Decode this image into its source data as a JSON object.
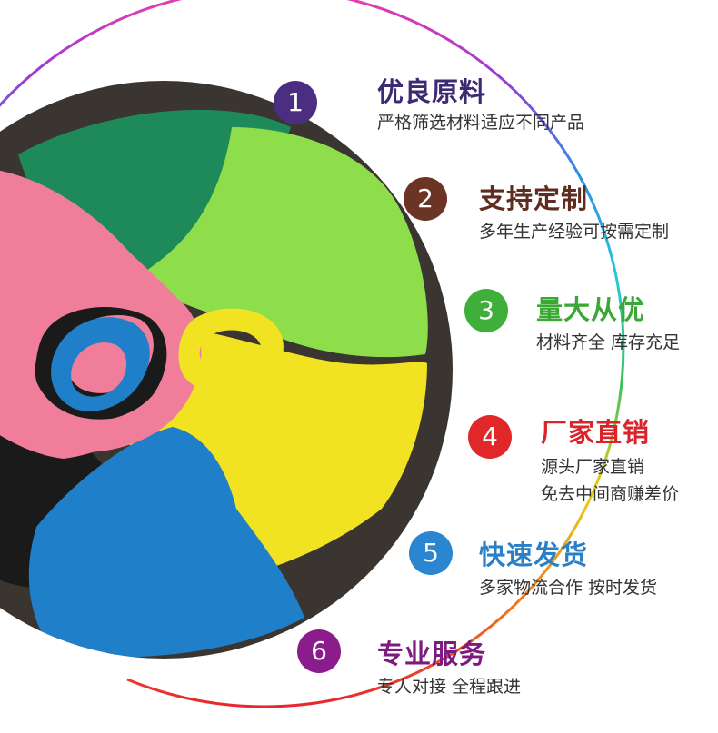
{
  "features": [
    {
      "number": "1",
      "title": "优良原料",
      "lines": [
        "严格筛选材料适应不同产品"
      ],
      "color": "#4b2e82",
      "title_color": "#3d2a73"
    },
    {
      "number": "2",
      "title": "支持定制",
      "lines": [
        "多年生产经验可按需定制"
      ],
      "color": "#6b3424",
      "title_color": "#5e2d1f"
    },
    {
      "number": "3",
      "title": "量大从优",
      "lines": [
        "材料齐全 库存充足"
      ],
      "color": "#3fae3b",
      "title_color": "#3aa835"
    },
    {
      "number": "4",
      "title": "厂家直销",
      "lines": [
        "源头厂家直销",
        "免去中间商赚差价"
      ],
      "color": "#e0272a",
      "title_color": "#d9252a"
    },
    {
      "number": "5",
      "title": "快速发货",
      "lines": [
        "多家物流合作 按时发货"
      ],
      "color": "#2a86d0",
      "title_color": "#2a7fc6"
    },
    {
      "number": "6",
      "title": "专业服务",
      "lines": [
        "专人对接 全程跟进"
      ],
      "color": "#8b1c8c",
      "title_color": "#7d1a80"
    }
  ],
  "arc_colors": [
    "#ee3da8",
    "#9b3ad8",
    "#2c8fe6",
    "#28c7d9",
    "#3ec15a",
    "#e8d11a",
    "#ef7a1c",
    "#e8262e"
  ],
  "product_colors": {
    "dark_green": "#1e8a5a",
    "lime": "#8ede4c",
    "pink": "#f07e9b",
    "yellow": "#f1e222",
    "blue": "#1f7fc9",
    "black": "#1a1a1a",
    "wood": "#3a3530"
  }
}
